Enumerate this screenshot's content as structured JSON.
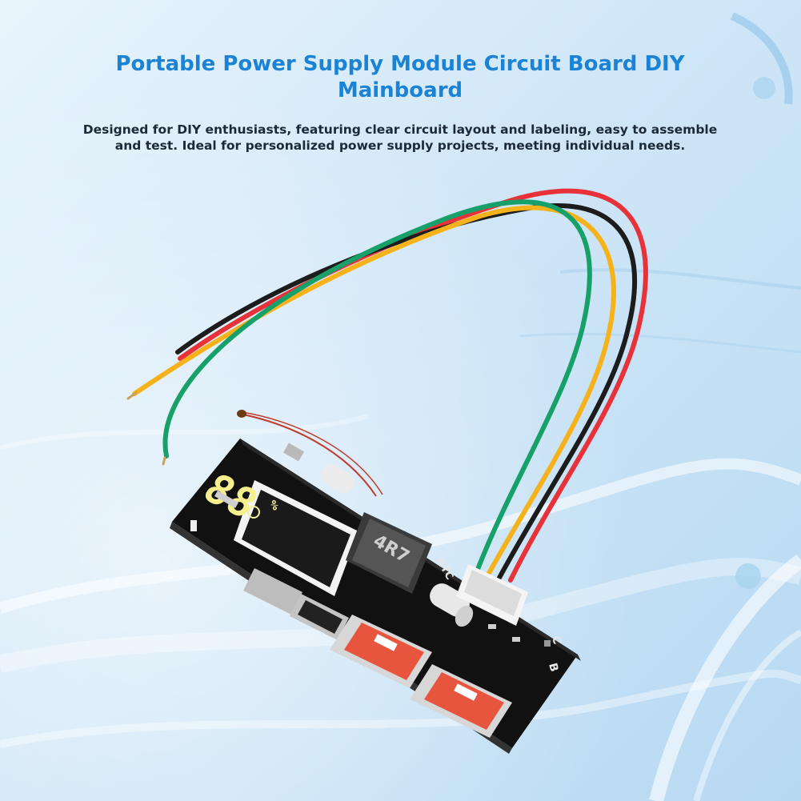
{
  "title": "Portable Power Supply Module Circuit Board DIY Mainboard",
  "description": "Designed for DIY enthusiasts, featuring clear circuit layout and labeling, easy to assemble and test. Ideal for personalized power supply projects, meeting individual needs.",
  "colors": {
    "title": "#1a83d6",
    "background": "#cfe6f7",
    "board": "#161616",
    "wire_red": "#e8323a",
    "wire_black": "#1c1c1c",
    "wire_yellow": "#f6b21b",
    "wire_green": "#17a06a",
    "usb_port": "#e8553f"
  },
  "board": {
    "inductor_marking": "4R7",
    "display_reading": "88",
    "display_symbol": "%",
    "label_ntc": "NTC",
    "label_b": "B",
    "label_c": "C"
  }
}
